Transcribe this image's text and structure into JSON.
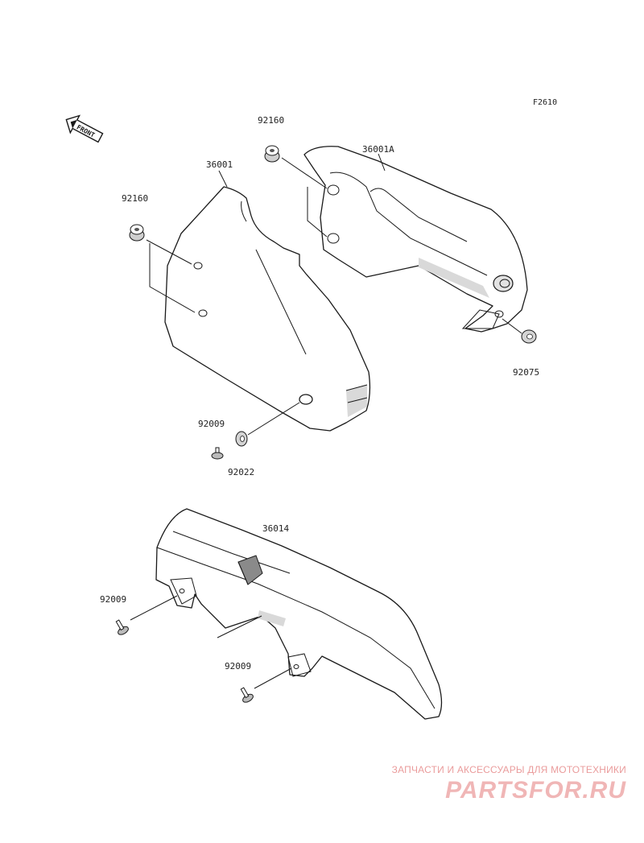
{
  "figure": {
    "code": "F2610",
    "front_label": "FRONT"
  },
  "parts": {
    "p_36001": "36001",
    "p_36001a": "36001A",
    "p_92160_left": "92160",
    "p_92160_right": "92160",
    "p_92075": "92075",
    "p_92009_upper": "92009",
    "p_92022": "92022",
    "p_36014": "36014",
    "p_92009_left": "92009",
    "p_92009_lower": "92009"
  },
  "watermark": {
    "tagline": "ЗАПЧАСТИ И АКСЕССУАРЫ ДЛЯ МОТОТЕХНИКИ",
    "brand": "PARTSFOR.RU"
  },
  "colors": {
    "watermark": "#e06060",
    "line": "#1a1a1a"
  }
}
